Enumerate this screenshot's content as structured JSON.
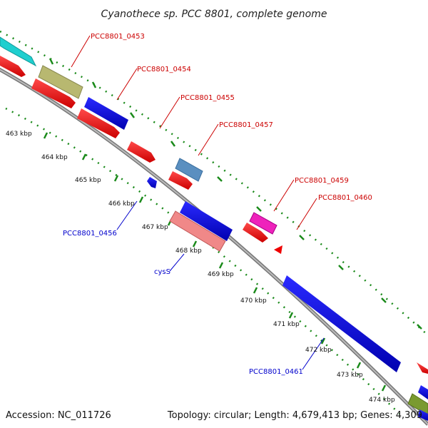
{
  "title": "Cyanothece sp. PCC 8801, complete genome",
  "footer": {
    "accession": "Accession: NC_011726",
    "topology": "Topology: circular; Length: 4,679,413 bp; Genes: 4,309"
  },
  "colors": {
    "backbone": "#888888",
    "tick": "#1a8a1a",
    "label_red": "#cc0000",
    "label_blue": "#0000cc"
  },
  "scale_labels": [
    "463 kbp",
    "464 kbp",
    "465 kbp",
    "466 kbp",
    "467 kbp",
    "468 kbp",
    "469 kbp",
    "470 kbp",
    "471 kbp",
    "472 kbp",
    "473 kbp",
    "474 kbp"
  ],
  "gene_labels": [
    {
      "text": "PCC8801_0453",
      "color": "red"
    },
    {
      "text": "PCC8801_0454",
      "color": "red"
    },
    {
      "text": "PCC8801_0455",
      "color": "red"
    },
    {
      "text": "PCC8801_0457",
      "color": "red"
    },
    {
      "text": "PCC8801_0459",
      "color": "red"
    },
    {
      "text": "PCC8801_0460",
      "color": "red"
    },
    {
      "text": "PCC8801_0456",
      "color": "blue"
    },
    {
      "text": "cysS",
      "color": "blue"
    },
    {
      "text": "PCC8801_0461",
      "color": "blue"
    }
  ]
}
